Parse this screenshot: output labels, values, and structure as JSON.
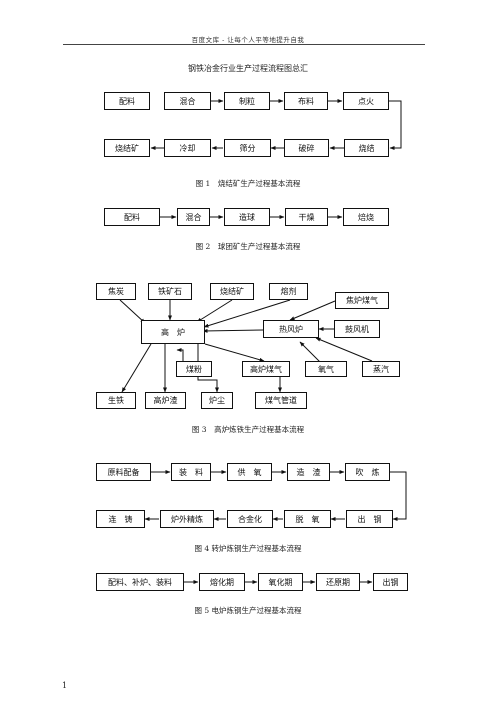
{
  "header": "百度文库 - 让每个人平等地提升自我",
  "title": "钢铁冶金行业生产过程流程图总汇",
  "fig1": {
    "caption": "图 1　烧结矿生产过程基本流程",
    "row1": [
      "配料",
      "混合",
      "制粒",
      "布料",
      "点火"
    ],
    "row2": [
      "烧结矿",
      "冷却",
      "筛分",
      "破碎",
      "烧结"
    ]
  },
  "fig2": {
    "caption": "图 2　球团矿生产过程基本流程",
    "row": [
      "配料",
      "混合",
      "造球",
      "干燥",
      "焙烧"
    ]
  },
  "fig3": {
    "caption": "图 3　高炉炼铁生产过程基本流程",
    "inputs": [
      "焦炭",
      "铁矿石",
      "烧结矿",
      "熔剂"
    ],
    "furnace": "高　炉",
    "hot_stove": "热风炉",
    "coke_oven_gas": "焦炉煤气",
    "blower": "鼓风机",
    "coal_powder": "煤粉",
    "bf_gas": "高炉煤气",
    "oxygen": "氧气",
    "steam": "蒸汽",
    "outputs": [
      "生铁",
      "高炉渣",
      "炉尘",
      "煤气管道"
    ]
  },
  "fig4": {
    "caption": "图 4  转炉炼钢生产过程基本流程",
    "row1": [
      "原料配备",
      "装　料",
      "供　氧",
      "造　渣",
      "吹　炼"
    ],
    "row2": [
      "连　铸",
      "炉外精炼",
      "合金化",
      "脱　氧",
      "出　钢"
    ]
  },
  "fig5": {
    "caption": "图 5  电炉炼钢生产过程基本流程",
    "row": [
      "配料、补炉、装料",
      "熔化期",
      "氧化期",
      "还原期",
      "出钢"
    ]
  },
  "page_number": "1"
}
